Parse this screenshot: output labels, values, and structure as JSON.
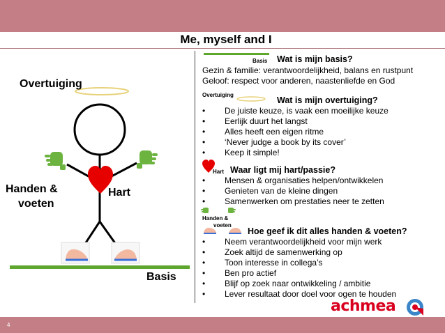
{
  "slide": {
    "title": "Me, myself and I",
    "page_number": "4",
    "colors": {
      "background": "#c47f86",
      "green": "#5fa62f",
      "heart": "#e60000",
      "brand": "#d9001f",
      "halo": "#e7d27a"
    }
  },
  "left": {
    "overtuiging": "Overtuiging",
    "handen": "Handen &",
    "voeten": "voeten",
    "hart": "Hart",
    "basis": "Basis"
  },
  "right": {
    "basis_tag": "Basis",
    "basis_question": "Wat is mijn basis?",
    "basis_lines": [
      "Gezin & familie: verantwoordelijkheid, balans en rustpunt",
      "Geloof: respect voor anderen, naastenliefde en God"
    ],
    "overtuiging_tag": "Overtuiging",
    "overtuiging_question": "Wat is mijn overtuiging?",
    "overtuiging_items": [
      "De juiste keuze, is vaak een moeilijke keuze",
      "Eerlijk duurt het langst",
      "Alles heeft een eigen ritme",
      "‘Never judge a book by its cover’",
      "Keep it simple!"
    ],
    "hart_tag": "Hart",
    "hart_question": "Waar ligt mij hart/passie?",
    "hart_items": [
      "Mensen & organisaties helpen/ontwikkelen",
      "Genieten van de kleine dingen",
      "Samenwerken om prestaties neer te zetten"
    ],
    "handen_tag_line1": "Handen &",
    "handen_tag_line2": "voeten",
    "handen_question": "Hoe geef ik dit alles handen & voeten?",
    "handen_items": [
      "Neem verantwoordelijkheid voor mijn werk",
      "Zoek altijd de samenwerking op",
      "Toon interesse in collega’s",
      "Ben pro actief",
      "Blijf op zoek naar ontwikkeling / ambitie",
      "Lever resultaat door doel voor ogen te houden"
    ],
    "bullet": "•"
  },
  "logo": {
    "text": "achmea",
    "icon": "achmea-logo-icon"
  }
}
